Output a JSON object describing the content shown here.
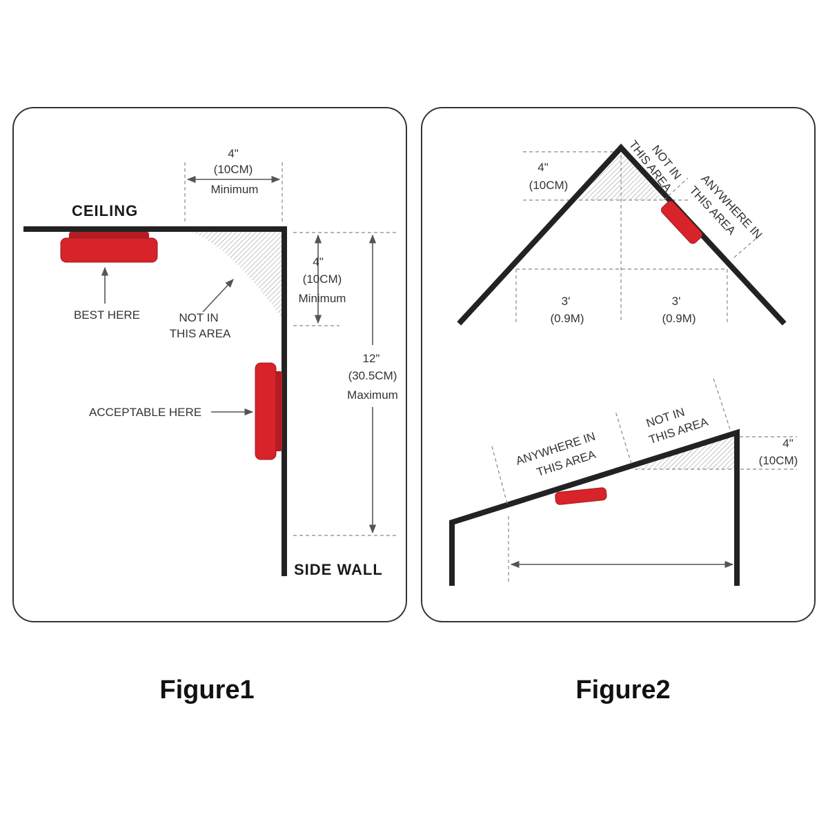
{
  "colors": {
    "detector": "#d8232a",
    "structure": "#222222",
    "hatch": "#9a9a9a",
    "frame": "#333333"
  },
  "figure1": {
    "caption": "Figure1",
    "ceiling_label": "CEILING",
    "side_wall_label": "SIDE  WALL",
    "top_dim": {
      "value": "4\"",
      "metric": "(10CM)",
      "note": "Minimum"
    },
    "right_dim_min": {
      "value": "4\"",
      "metric": "(10CM)",
      "note": "Minimum"
    },
    "right_dim_max": {
      "value": "12\"",
      "metric": "(30.5CM)",
      "note": "Maximum"
    },
    "best_here": "BEST HERE",
    "not_in_area": {
      "line1": "NOT IN",
      "line2": "THIS AREA"
    },
    "acceptable_here": "ACCEPTABLE  HERE"
  },
  "figure2": {
    "caption": "Figure2",
    "peak": {
      "dim": {
        "value": "4\"",
        "metric": "(10CM)"
      },
      "not_in_area": {
        "line1": "NOT IN",
        "line2": "THIS AREA"
      },
      "anywhere": {
        "line1": "ANYWHERE IN",
        "line2": "THIS AREA"
      },
      "left_dist": {
        "value": "3'",
        "metric": "(0.9M)"
      },
      "right_dist": {
        "value": "3'",
        "metric": "(0.9M)"
      }
    },
    "shed": {
      "anywhere": {
        "line1": "ANYWHERE  IN",
        "line2": "THIS AREA"
      },
      "not_in_area": {
        "line1": "NOT IN",
        "line2": "THIS AREA"
      },
      "dim": {
        "value": "4\"",
        "metric": "(10CM)"
      }
    }
  }
}
